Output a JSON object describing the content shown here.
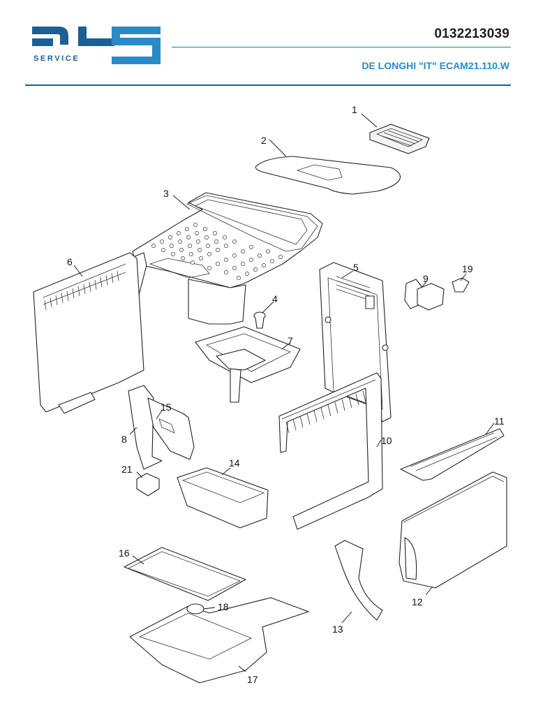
{
  "header": {
    "logo_text": "SERVICE",
    "doc_code": "0132213039",
    "model_line": "DE LONGHI \"IT\" ECAM21.110.W"
  },
  "colors": {
    "brand_blue": "#1c5f94",
    "accent_blue": "#2b8ac6"
  },
  "callouts": [
    "1",
    "2",
    "3",
    "4",
    "5",
    "6",
    "7",
    "8",
    "9",
    "10",
    "11",
    "12",
    "13",
    "14",
    "15",
    "16",
    "17",
    "18",
    "19",
    "21"
  ]
}
